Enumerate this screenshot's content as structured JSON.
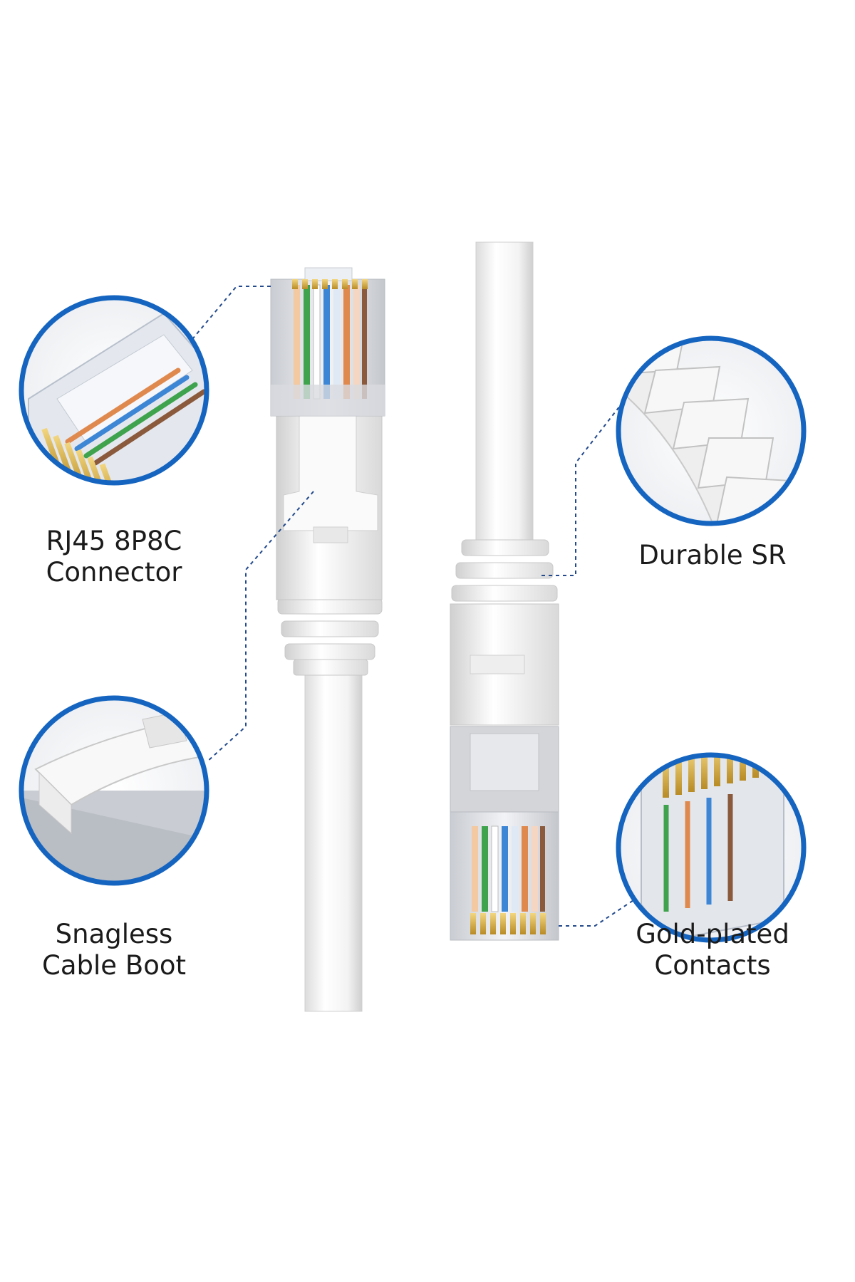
{
  "colors": {
    "circle_ring": "#1565c0",
    "leader_line": "#234a8c",
    "cable_white": "#f4f4f4",
    "cable_shade": "#d6d6d6",
    "gold": "#d8b24a",
    "wire_green": "#3fa34d",
    "wire_blue": "#3d86d6",
    "wire_orange": "#e0894e",
    "wire_brown": "#8b5a3c"
  },
  "callouts": {
    "connector": {
      "line1": "RJ45 8P8C",
      "line2": "Connector",
      "icon": "rj45-connector-closeup"
    },
    "strain_relief": {
      "line1": "Durable SR",
      "icon": "strain-relief-boot-closeup"
    },
    "snagless": {
      "line1": "Snagless",
      "line2": "Cable Boot",
      "icon": "snagless-boot-closeup"
    },
    "contacts": {
      "line1": "Gold-plated",
      "line2": "Contacts",
      "icon": "gold-contacts-closeup"
    }
  }
}
